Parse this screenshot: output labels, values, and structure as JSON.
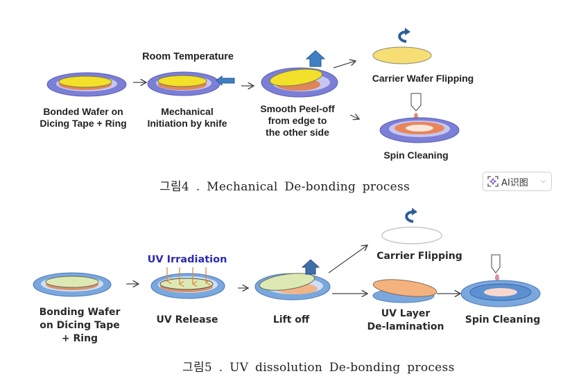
{
  "figure4": {
    "room_temperature": "Room Temperature",
    "step1": "Bonded Wafer on\nDicing Tape + Ring",
    "step2": "Mechanical\nInitiation by knife",
    "step3": "Smooth Peel-off\nfrom edge to\nthe other side",
    "step4a": "Carrier Wafer Flipping",
    "step4b": "Spin Cleaning",
    "caption": "그림4 . Mechanical De-bonding process"
  },
  "figure5": {
    "uv_irradiation": "UV Irradiation",
    "step1": "Bonding Wafer\non Dicing Tape\n+ Ring",
    "step2": "UV Release",
    "step3": "Lift off",
    "step4a": "Carrier Flipping",
    "step4b": "UV Layer\nDe-lamination",
    "step5": "Spin Cleaning",
    "caption": "그림5 . UV dissolution De-bonding process"
  },
  "ai_button": {
    "label": "AI识图",
    "icon": "sparkle-scan-icon",
    "dropdown_icon": "chevron-down-icon"
  },
  "colors": {
    "ring_fig4": "#7b7fd6",
    "wafer_fig4": "#f2e02a",
    "ring_fig5": "#7aa7dd",
    "wafer_fig5": "#dde9b5",
    "arrow_blue": "#3f7fc4",
    "uv_text": "#2b2bb0",
    "uv_arrow": "#e08a3a"
  }
}
